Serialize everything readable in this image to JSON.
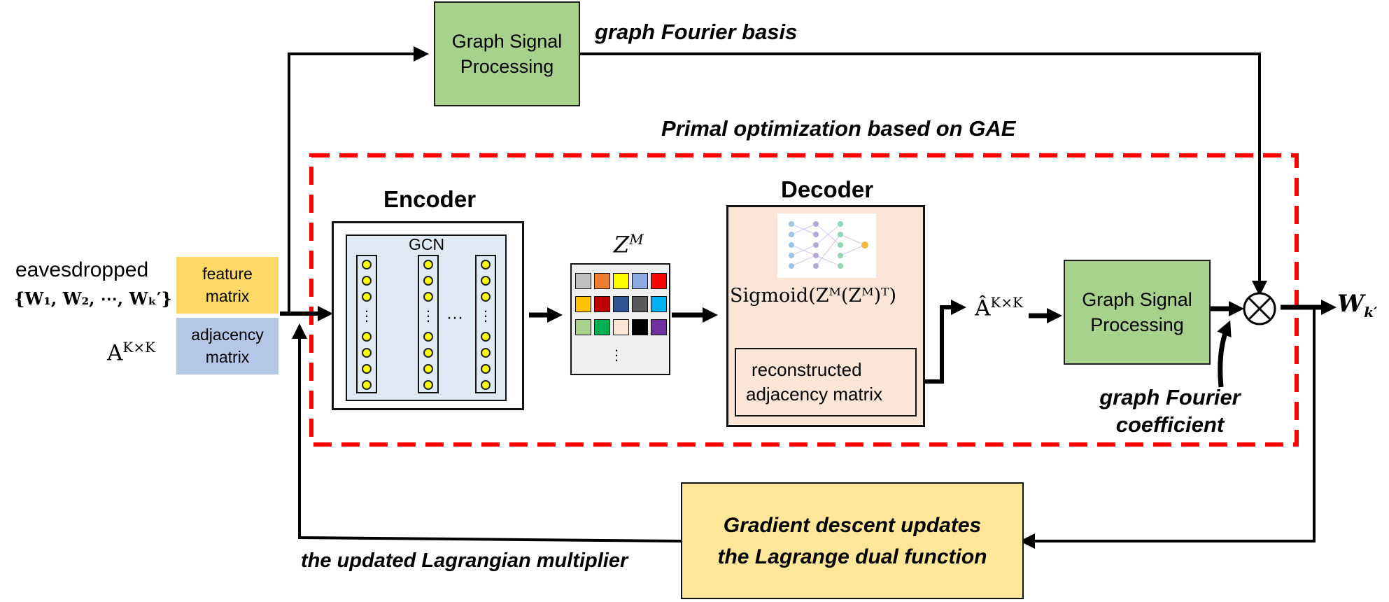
{
  "top_gsp": {
    "line1": "Graph Signal",
    "line2": "Processing"
  },
  "top_output_label": "graph Fourier basis",
  "primal_label": "Primal optimization based on GAE",
  "encoder": {
    "title": "Encoder",
    "gcn_label": "GCN",
    "ellipsis": "···"
  },
  "latent": {
    "base": "Z",
    "sup": "M"
  },
  "decoder": {
    "title": "Decoder",
    "formula": "Sigmoid(Zᴹ(Zᴹ)ᵀ)",
    "recon_line1": "reconstructed",
    "recon_line2": "adjacency matrix"
  },
  "a_hat": {
    "base": "Â",
    "sup": "K×K"
  },
  "inner_gsp": {
    "line1": "Graph Signal",
    "line2": "Processing"
  },
  "coefficient_label": {
    "line1": "graph Fourier",
    "line2": "coefficient"
  },
  "output_label": {
    "base": "W",
    "sub": "k′"
  },
  "inputs": {
    "eavesdropped": "eavesdropped",
    "set_text": "{W₁, W₂, ⋯, Wₖ′}",
    "a_label_base": "A",
    "a_label_sup": "K×K",
    "feature_line1": "feature",
    "feature_line2": "matrix",
    "adjacency_line1": "adjacency",
    "adjacency_line2": "matrix"
  },
  "gradient_box": {
    "line1": "Gradient descent updates",
    "line2": "the Lagrange dual function"
  },
  "lagrangian_label": "the updated Lagrangian multiplier",
  "colors": {
    "green": "#a9d18e",
    "feature_yellow": "#ffd966",
    "adjacency_blue": "#b4c7e7",
    "decoder_peach": "#fbe5d6",
    "gradient_yellow": "#ffe699",
    "encoder_blue": "#deebf7",
    "dashed_red": "#ff0000",
    "latent_cells": [
      "#bfbfbf",
      "#ed7d31",
      "#ffff00",
      "#8faadc",
      "#ff0000",
      "#ffc000",
      "#c00000",
      "#2f5597",
      "#595959",
      "#00b0f0",
      "#a9d18e",
      "#00b050",
      "#fbe5d6",
      "#000000",
      "#7030a0"
    ]
  }
}
